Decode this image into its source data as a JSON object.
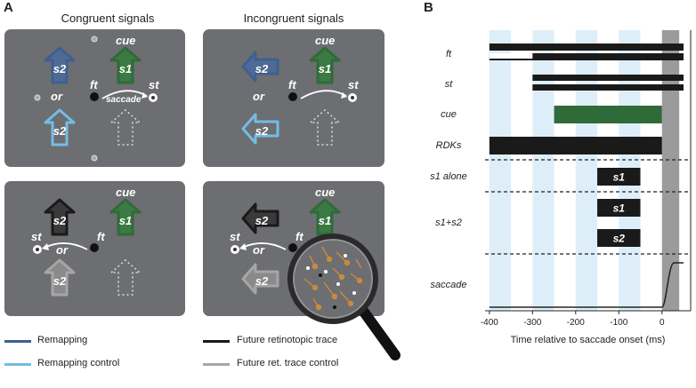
{
  "panelA": {
    "letter": "A",
    "col_congruent": "Congruent signals",
    "col_incongruent": "Incongruent signals",
    "labels": {
      "cue": "cue",
      "s1": "s1",
      "s2": "s2",
      "or": "or",
      "ft": "ft",
      "st": "st",
      "saccade": "saccade"
    },
    "legend": {
      "remapping": "Remapping",
      "remapping_control": "Remapping control",
      "future_trace": "Future retinotopic trace",
      "future_trace_control": "Future ret. trace control"
    },
    "colors": {
      "remapping": "#3f5f8f",
      "remapping_control": "#72bde6",
      "future_trace": "#1a1a1a",
      "future_trace_control": "#a6a6a6",
      "cue": "#2f6b38",
      "panel": "#6d6e71"
    }
  },
  "panelB": {
    "letter": "B",
    "rows": [
      "ft",
      "st",
      "cue",
      "RDKs",
      "s1 alone",
      "s1+s2",
      "saccade"
    ],
    "box_s1": "s1",
    "box_s2": "s2",
    "x_ticks": [
      "-400",
      "-300",
      "-200",
      "-100",
      "0"
    ],
    "xlabel": "Time relative to saccade onset (ms)",
    "colors": {
      "bar": "#1a1a1a",
      "cue_bar": "#2f6b38",
      "band": "#deeef9",
      "saccade_band": "#9b9b9b"
    }
  },
  "chart_data": {
    "type": "timeline",
    "xlabel": "Time relative to saccade onset (ms)",
    "x_ticks": [
      -400,
      -300,
      -200,
      -100,
      0
    ],
    "xlim": [
      -410,
      50
    ],
    "events": [
      {
        "row": "ft",
        "start": -400,
        "end": 50
      },
      {
        "row": "ft",
        "start": -400,
        "end": -300,
        "note": "open segment"
      },
      {
        "row": "st",
        "start": -300,
        "end": 50
      },
      {
        "row": "cue",
        "start": -250,
        "end": 0
      },
      {
        "row": "RDKs",
        "start": -400,
        "end": 0
      },
      {
        "row": "s1 alone",
        "label": "s1",
        "start": -150,
        "end": -50
      },
      {
        "row": "s1+s2",
        "label": "s1",
        "start": -150,
        "end": -50
      },
      {
        "row": "s1+s2",
        "label": "s2",
        "start": -150,
        "end": -50
      }
    ],
    "saccade_window": [
      0,
      40
    ]
  }
}
